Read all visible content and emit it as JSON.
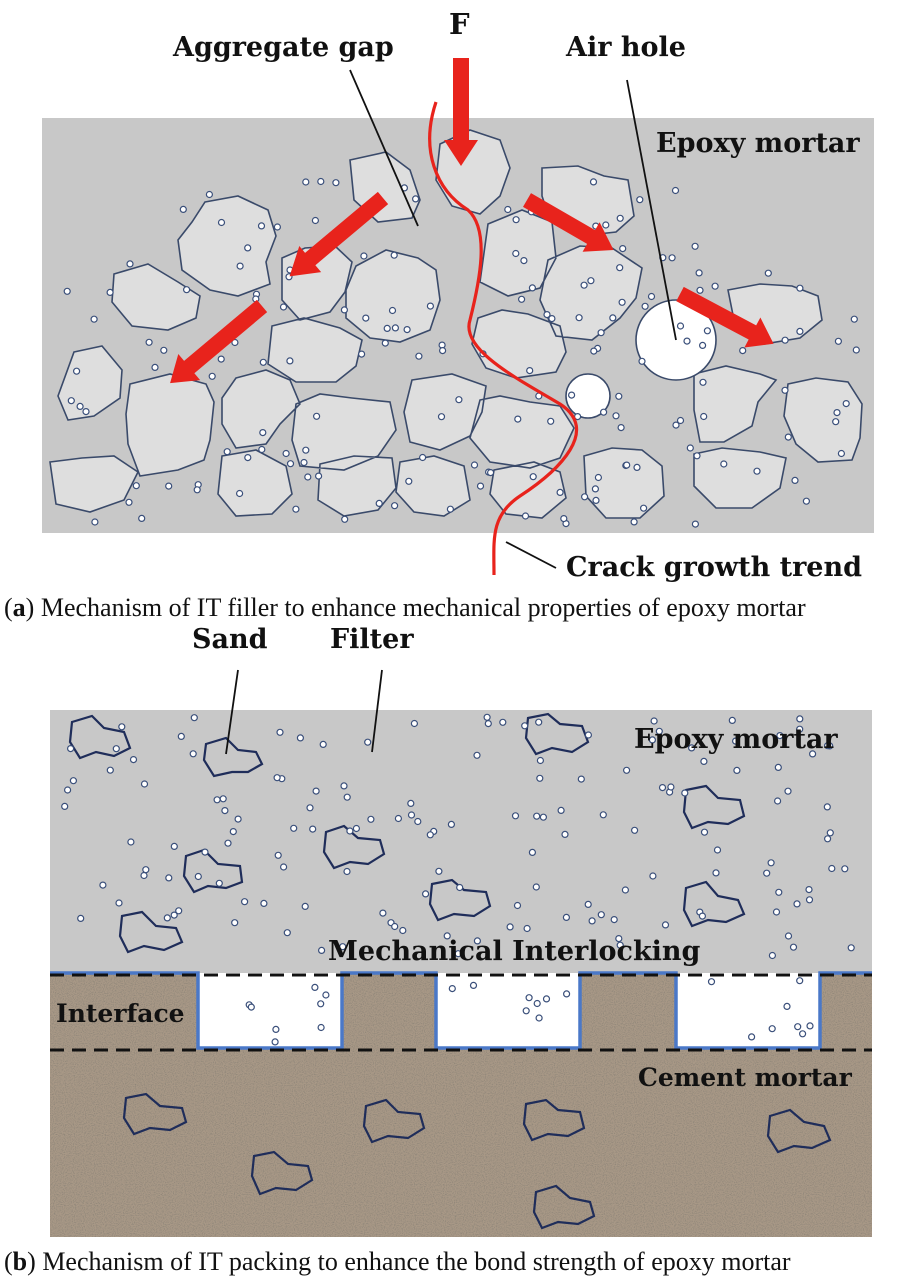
{
  "panel_a": {
    "labels": {
      "force": "F",
      "aggregate_gap": "Aggregate gap",
      "air_hole": "Air hole",
      "epoxy_mortar": "Epoxy mortar",
      "crack_growth": "Crack growth trend"
    },
    "caption_letter": "a",
    "caption_text": " Mechanism of IT filler to enhance mechanical properties of epoxy mortar"
  },
  "panel_b": {
    "labels": {
      "sand": "Sand",
      "filter": "Filter",
      "epoxy_mortar": "Epoxy mortar",
      "mechanical_interlocking": "Mechanical Interlocking",
      "interface": "Interface",
      "cement_mortar": "Cement mortar"
    },
    "caption_letter": "b",
    "caption_text": " Mechanism of IT packing to enhance the bond strength of epoxy mortar"
  },
  "colors": {
    "matrix": "#c8c8c8",
    "aggregate_fill": "#dedede",
    "aggregate_stroke": "#3a4a6a",
    "filler_stroke": "#3a4f7a",
    "arrow": "#e8231c",
    "crack": "#e8231c",
    "interface_line": "#4a78c8",
    "cement": "#a89886"
  }
}
